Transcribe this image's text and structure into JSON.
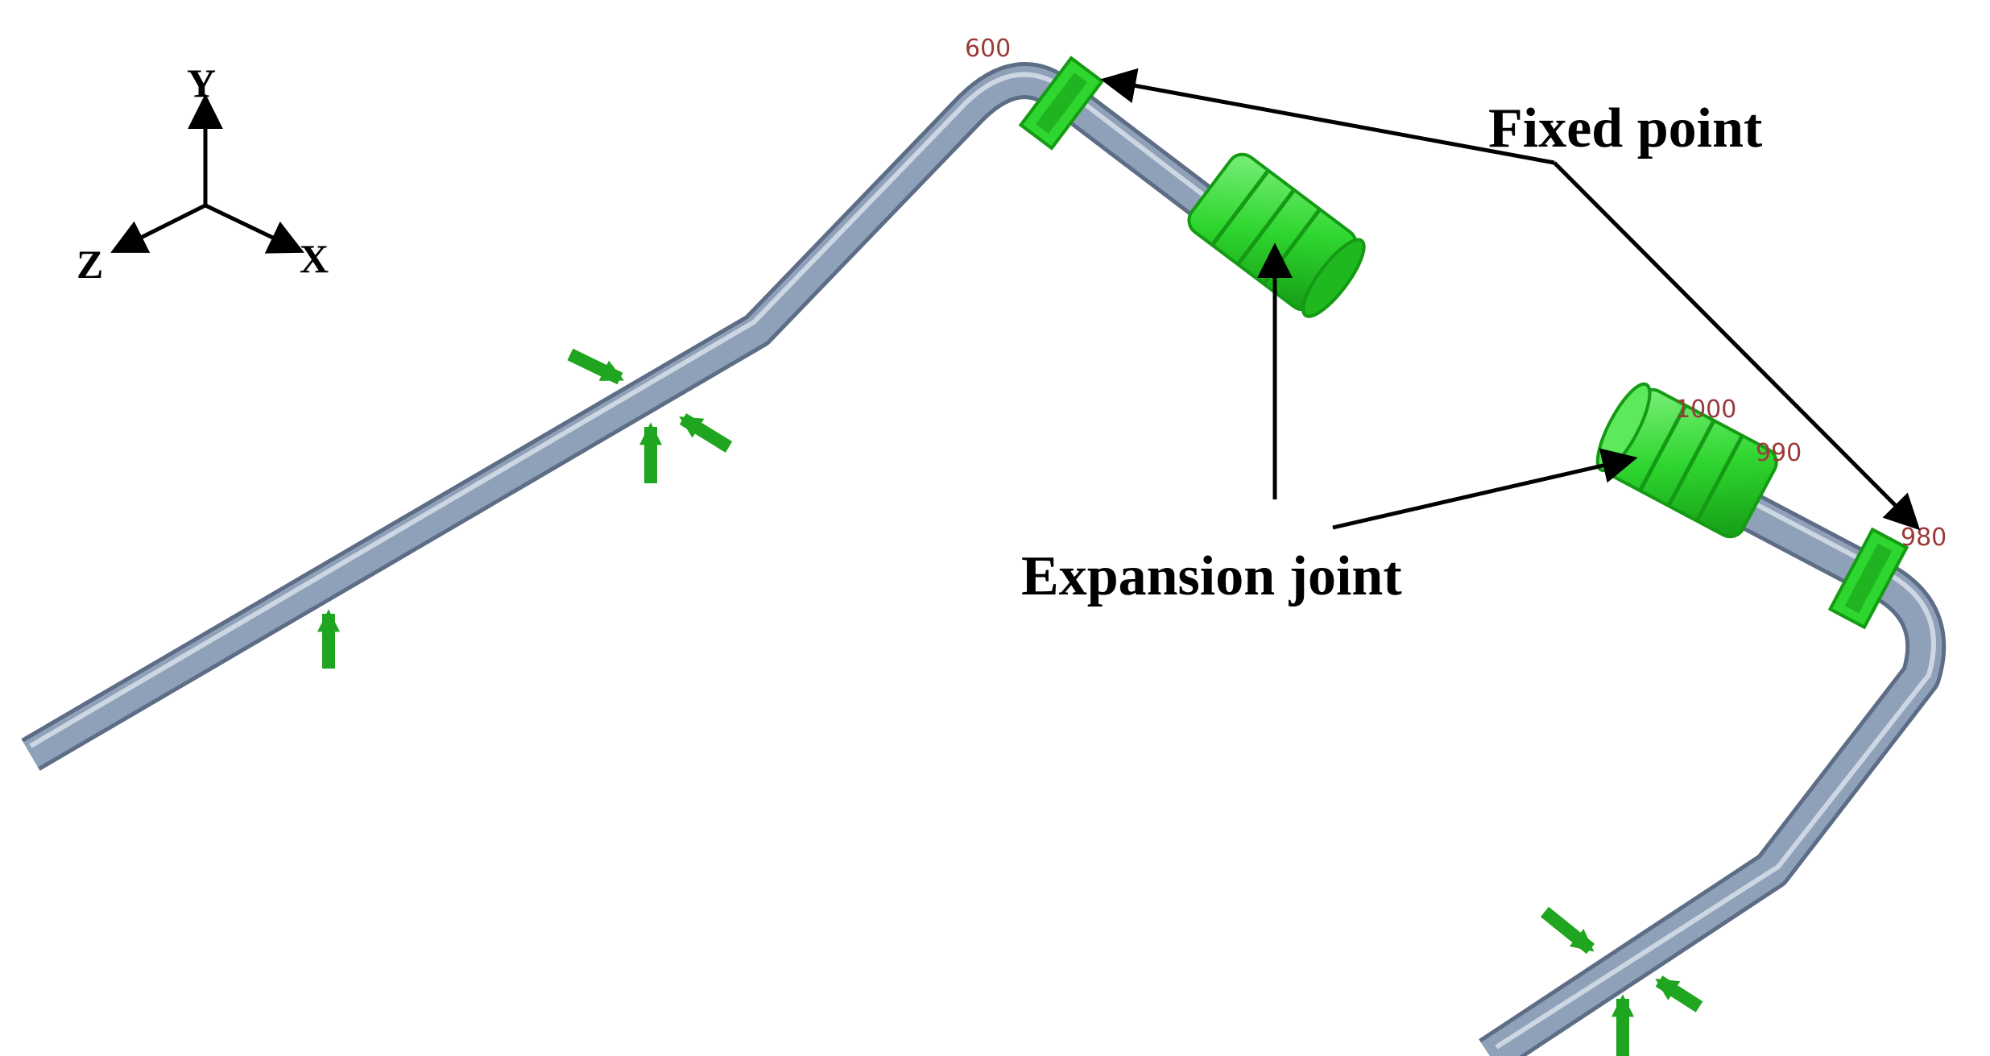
{
  "axes": {
    "y": "Y",
    "x": "X",
    "z": "Z"
  },
  "node_labels": {
    "n600": "600",
    "n1000": "1000",
    "n990": "990",
    "n980": "980"
  },
  "callouts": {
    "fixed_point": "Fixed point",
    "expansion_joint": "Expansion joint"
  },
  "colors": {
    "pipe": "#8fa1b8",
    "pipe_shadow": "#5c6d85",
    "pipe_highlight": "#d7e0ea",
    "component_green": "#2fd62f",
    "component_dark": "#149a14",
    "support_arrow": "#1fa51f",
    "node_label": "#9a3a3a"
  }
}
